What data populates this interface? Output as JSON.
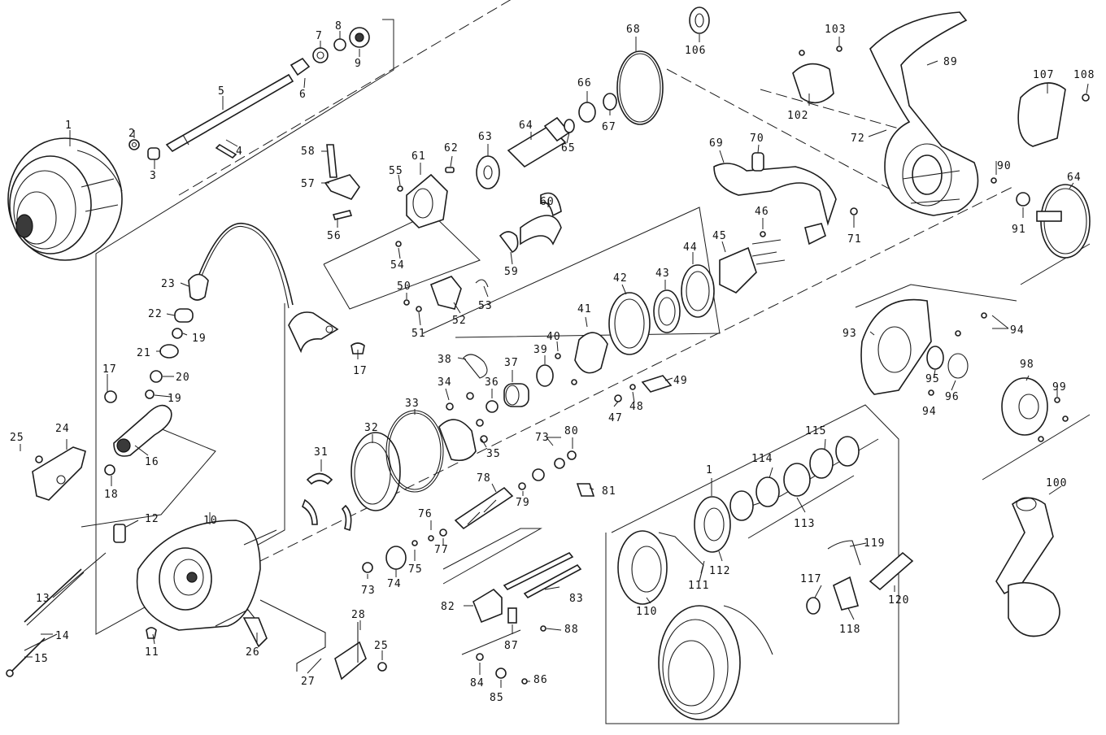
{
  "callouts": [
    {
      "id": "n1",
      "text": "1"
    },
    {
      "id": "n2",
      "text": "2"
    },
    {
      "id": "n3",
      "text": "3"
    },
    {
      "id": "n4",
      "text": "4"
    },
    {
      "id": "n5",
      "text": "5"
    },
    {
      "id": "n6",
      "text": "6"
    },
    {
      "id": "n7",
      "text": "7"
    },
    {
      "id": "n8",
      "text": "8"
    },
    {
      "id": "n9",
      "text": "9"
    },
    {
      "id": "n10",
      "text": "10"
    },
    {
      "id": "n11",
      "text": "11"
    },
    {
      "id": "n12",
      "text": "12"
    },
    {
      "id": "n13",
      "text": "13"
    },
    {
      "id": "n14",
      "text": "14"
    },
    {
      "id": "n15",
      "text": "15"
    },
    {
      "id": "n16",
      "text": "16"
    },
    {
      "id": "n17a",
      "text": "17"
    },
    {
      "id": "n17b",
      "text": "17"
    },
    {
      "id": "n18",
      "text": "18"
    },
    {
      "id": "n19a",
      "text": "19"
    },
    {
      "id": "n19b",
      "text": "19"
    },
    {
      "id": "n20",
      "text": "20"
    },
    {
      "id": "n21",
      "text": "21"
    },
    {
      "id": "n22",
      "text": "22"
    },
    {
      "id": "n23",
      "text": "23"
    },
    {
      "id": "n24",
      "text": "24"
    },
    {
      "id": "n25a",
      "text": "25"
    },
    {
      "id": "n25b",
      "text": "25"
    },
    {
      "id": "n26",
      "text": "26"
    },
    {
      "id": "n27",
      "text": "27"
    },
    {
      "id": "n28",
      "text": "28"
    },
    {
      "id": "n31",
      "text": "31"
    },
    {
      "id": "n32",
      "text": "32"
    },
    {
      "id": "n33",
      "text": "33"
    },
    {
      "id": "n34",
      "text": "34"
    },
    {
      "id": "n35",
      "text": "35"
    },
    {
      "id": "n36",
      "text": "36"
    },
    {
      "id": "n37",
      "text": "37"
    },
    {
      "id": "n38",
      "text": "38"
    },
    {
      "id": "n39",
      "text": "39"
    },
    {
      "id": "n40",
      "text": "40"
    },
    {
      "id": "n41",
      "text": "41"
    },
    {
      "id": "n42",
      "text": "42"
    },
    {
      "id": "n43",
      "text": "43"
    },
    {
      "id": "n44",
      "text": "44"
    },
    {
      "id": "n45",
      "text": "45"
    },
    {
      "id": "n46",
      "text": "46"
    },
    {
      "id": "n47",
      "text": "47"
    },
    {
      "id": "n48",
      "text": "48"
    },
    {
      "id": "n49",
      "text": "49"
    },
    {
      "id": "n50",
      "text": "50"
    },
    {
      "id": "n51",
      "text": "51"
    },
    {
      "id": "n52",
      "text": "52"
    },
    {
      "id": "n53",
      "text": "53"
    },
    {
      "id": "n54",
      "text": "54"
    },
    {
      "id": "n55",
      "text": "55"
    },
    {
      "id": "n56",
      "text": "56"
    },
    {
      "id": "n57",
      "text": "57"
    },
    {
      "id": "n58",
      "text": "58"
    },
    {
      "id": "n59",
      "text": "59"
    },
    {
      "id": "n60",
      "text": "60"
    },
    {
      "id": "n61",
      "text": "61"
    },
    {
      "id": "n62",
      "text": "62"
    },
    {
      "id": "n63",
      "text": "63"
    },
    {
      "id": "n64a",
      "text": "64"
    },
    {
      "id": "n64b",
      "text": "64"
    },
    {
      "id": "n65",
      "text": "65"
    },
    {
      "id": "n66",
      "text": "66"
    },
    {
      "id": "n67",
      "text": "67"
    },
    {
      "id": "n68",
      "text": "68"
    },
    {
      "id": "n69",
      "text": "69"
    },
    {
      "id": "n70",
      "text": "70"
    },
    {
      "id": "n71",
      "text": "71"
    },
    {
      "id": "n72",
      "text": "72"
    },
    {
      "id": "n73a",
      "text": "73"
    },
    {
      "id": "n73b",
      "text": "73"
    },
    {
      "id": "n74",
      "text": "74"
    },
    {
      "id": "n75",
      "text": "75"
    },
    {
      "id": "n76",
      "text": "76"
    },
    {
      "id": "n77",
      "text": "77"
    },
    {
      "id": "n78",
      "text": "78"
    },
    {
      "id": "n79",
      "text": "79"
    },
    {
      "id": "n80",
      "text": "80"
    },
    {
      "id": "n81",
      "text": "81"
    },
    {
      "id": "n82",
      "text": "82"
    },
    {
      "id": "n83",
      "text": "83"
    },
    {
      "id": "n84",
      "text": "84"
    },
    {
      "id": "n85",
      "text": "85"
    },
    {
      "id": "n86",
      "text": "86"
    },
    {
      "id": "n87",
      "text": "87"
    },
    {
      "id": "n88",
      "text": "88"
    },
    {
      "id": "n89",
      "text": "89"
    },
    {
      "id": "n90",
      "text": "90"
    },
    {
      "id": "n91",
      "text": "91"
    },
    {
      "id": "n93",
      "text": "93"
    },
    {
      "id": "n94a",
      "text": "94"
    },
    {
      "id": "n94b",
      "text": "94"
    },
    {
      "id": "n95",
      "text": "95"
    },
    {
      "id": "n96",
      "text": "96"
    },
    {
      "id": "n98",
      "text": "98"
    },
    {
      "id": "n99",
      "text": "99"
    },
    {
      "id": "n100",
      "text": "100"
    },
    {
      "id": "n102",
      "text": "102"
    },
    {
      "id": "n103",
      "text": "103"
    },
    {
      "id": "n106",
      "text": "106"
    },
    {
      "id": "n107",
      "text": "107"
    },
    {
      "id": "n108",
      "text": "108"
    },
    {
      "id": "n1b",
      "text": "1"
    },
    {
      "id": "n110",
      "text": "110"
    },
    {
      "id": "n111",
      "text": "111"
    },
    {
      "id": "n112",
      "text": "112"
    },
    {
      "id": "n113",
      "text": "113"
    },
    {
      "id": "n114",
      "text": "114"
    },
    {
      "id": "n115",
      "text": "115"
    },
    {
      "id": "n117",
      "text": "117"
    },
    {
      "id": "n118",
      "text": "118"
    },
    {
      "id": "n119",
      "text": "119"
    },
    {
      "id": "n120",
      "text": "120"
    }
  ],
  "colors": {
    "ink": "#1c1c1c",
    "paper": "#ffffff"
  }
}
